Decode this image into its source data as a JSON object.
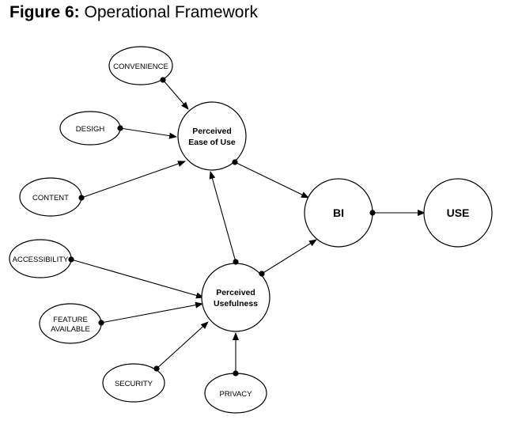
{
  "figure": {
    "number_label": "Figure 6:",
    "title_text": "Operational Framework"
  },
  "nodes": {
    "convenience": "CONVENIENCE",
    "design": "DESIGH",
    "content": "CONTENT",
    "accessibility": "ACCESSIBILITY",
    "feature_line1": "FEATURE",
    "feature_line2": "AVAILABLE",
    "security": "SECURITY",
    "privacy": "PRIVACY",
    "peou_line1": "Perceived",
    "peou_line2": "Ease of Use",
    "pu_line1": "Perceived",
    "pu_line2": "Usefulness",
    "bi": "BI",
    "use": "USE"
  }
}
